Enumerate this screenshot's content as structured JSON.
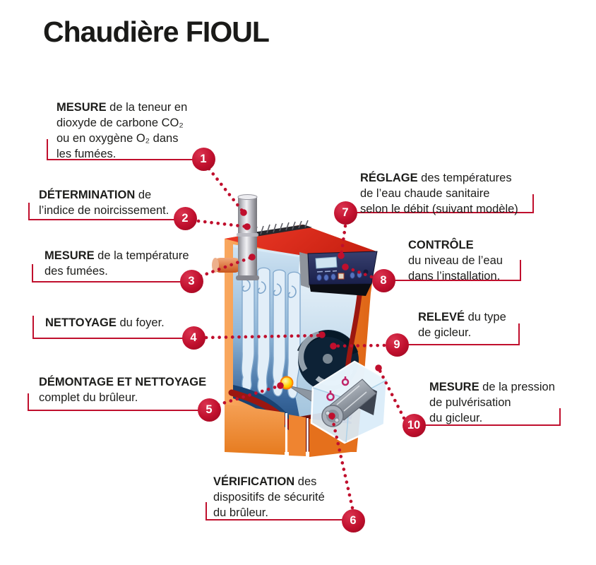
{
  "title": "Chaudière FIOUL",
  "colors": {
    "accent_red": "#c00f2d",
    "text": "#1d1d1b",
    "boiler_body_orange": "#ef8230",
    "boiler_top_red": "#e03020",
    "interior_blue": "#8fb6d8",
    "panel_navy": "#252a58"
  },
  "callouts": [
    {
      "num": "1",
      "keyword": "MESURE",
      "lines": [
        " de la teneur en",
        "dioxyde de carbone CO₂",
        "ou en oxygène O₂ dans",
        "les fumées."
      ]
    },
    {
      "num": "2",
      "keyword": "DÉTERMINATION",
      "lines": [
        " de",
        "l’indice de noircissement."
      ]
    },
    {
      "num": "3",
      "keyword": "MESURE",
      "lines": [
        " de la température",
        "des fumées."
      ]
    },
    {
      "num": "4",
      "keyword": "NETTOYAGE",
      "lines": [
        " du foyer."
      ]
    },
    {
      "num": "5",
      "keyword": "DÉMONTAGE ET NETTOYAGE",
      "lines": [
        "",
        "complet du brûleur."
      ]
    },
    {
      "num": "6",
      "keyword": "VÉRIFICATION",
      "lines": [
        " des",
        "dispositifs de sécurité",
        "du brûleur."
      ]
    },
    {
      "num": "7",
      "keyword": "RÉGLAGE",
      "lines": [
        " des températures",
        "de l’eau chaude sanitaire",
        "selon le débit (suivant modèle)"
      ]
    },
    {
      "num": "8",
      "keyword": "CONTRÔLE",
      "lines": [
        "",
        "du niveau de l’eau",
        "dans l’installation."
      ]
    },
    {
      "num": "9",
      "keyword": "RELEVÉ",
      "lines": [
        " du type",
        "de gicleur."
      ]
    },
    {
      "num": "10",
      "keyword": "MESURE",
      "lines": [
        " de la pression",
        "de pulvérisation",
        "du gicleur."
      ]
    }
  ]
}
